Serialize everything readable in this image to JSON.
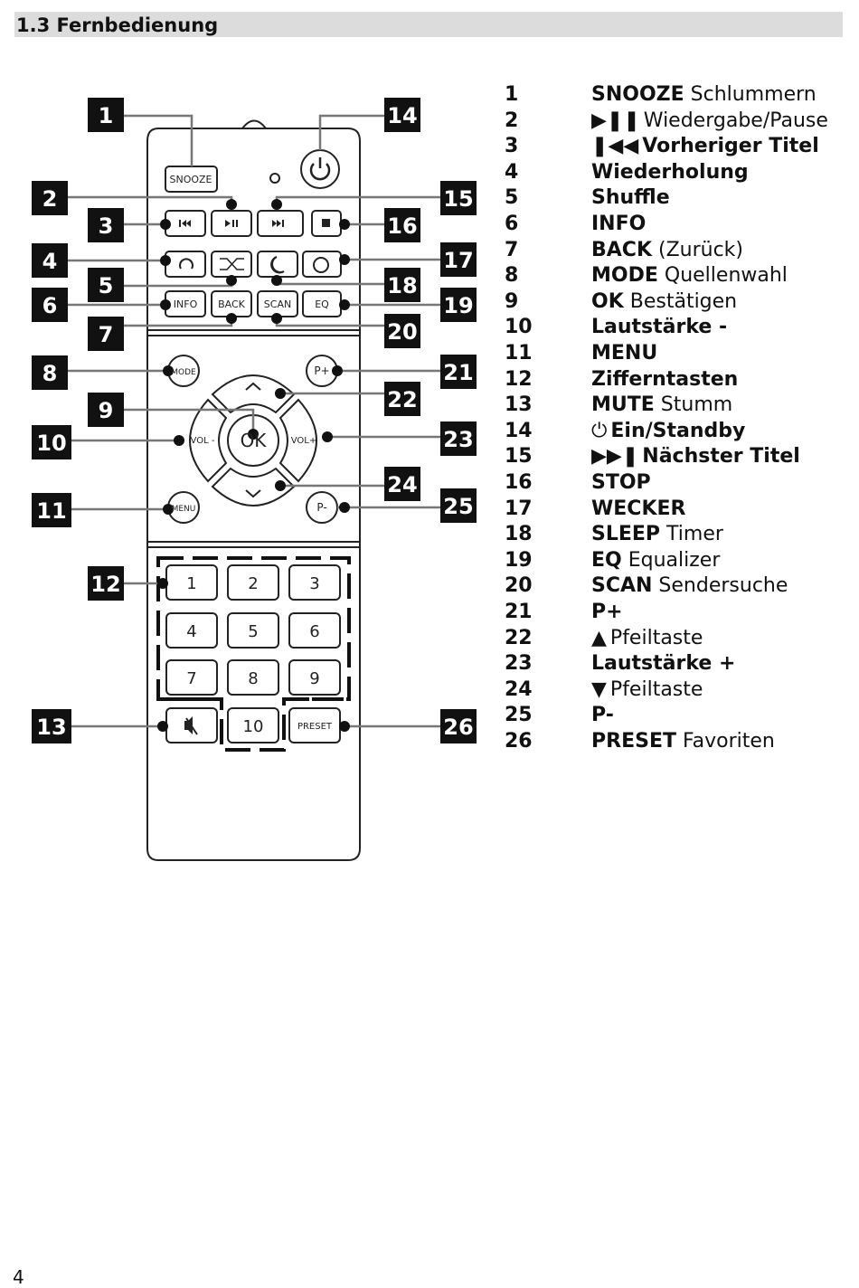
{
  "section": {
    "title": "1.3 Fernbedienung"
  },
  "remote": {
    "buttons": {
      "snooze": "SNOOZE",
      "info": "INFO",
      "back": "BACK",
      "scan": "SCAN",
      "eq": "EQ",
      "mode": "MODE",
      "p_plus": "P+",
      "p_minus": "P-",
      "vol_minus": "VOL -",
      "vol_plus": "VOL+",
      "ok": "OK",
      "menu": "MENU",
      "ten": "10",
      "preset": "PRESET",
      "digits": [
        "1",
        "2",
        "3",
        "4",
        "5",
        "6",
        "7",
        "8",
        "9"
      ]
    },
    "callouts": [
      "1",
      "2",
      "3",
      "4",
      "5",
      "6",
      "7",
      "8",
      "9",
      "10",
      "11",
      "12",
      "13",
      "14",
      "15",
      "16",
      "17",
      "18",
      "19",
      "20",
      "21",
      "22",
      "23",
      "24",
      "25",
      "26"
    ]
  },
  "legend": [
    {
      "num": "1",
      "symbol": "",
      "bold": "SNOOZE",
      "text": " Schlummern"
    },
    {
      "num": "2",
      "symbol": "play-pause-icon",
      "bold": "",
      "text": "Wiedergabe/Pause"
    },
    {
      "num": "3",
      "symbol": "previous-icon",
      "bold": "Vorheriger Titel",
      "text": ""
    },
    {
      "num": "4",
      "symbol": "",
      "bold": "Wiederholung",
      "text": ""
    },
    {
      "num": "5",
      "symbol": "",
      "bold": "Shuffle",
      "text": ""
    },
    {
      "num": "6",
      "symbol": "",
      "bold": "INFO",
      "text": ""
    },
    {
      "num": "7",
      "symbol": "",
      "bold": "BACK",
      "text": " (Zurück)"
    },
    {
      "num": "8",
      "symbol": "",
      "bold": "MODE",
      "text": " Quellenwahl"
    },
    {
      "num": "9",
      "symbol": "",
      "bold": "OK",
      "text": " Bestätigen"
    },
    {
      "num": "10",
      "symbol": "",
      "bold": "Lautstärke -",
      "text": ""
    },
    {
      "num": "11",
      "symbol": "",
      "bold": "MENU",
      "text": ""
    },
    {
      "num": "12",
      "symbol": "",
      "bold": "Zifferntasten",
      "text": ""
    },
    {
      "num": "13",
      "symbol": "",
      "bold": "MUTE",
      "text": " Stumm"
    },
    {
      "num": "14",
      "symbol": "power-icon",
      "bold": "Ein/Standby",
      "text": ""
    },
    {
      "num": "15",
      "symbol": "next-icon",
      "bold": "Nächster Titel",
      "text": ""
    },
    {
      "num": "16",
      "symbol": "",
      "bold": "STOP",
      "text": ""
    },
    {
      "num": "17",
      "symbol": "",
      "bold": "WECKER",
      "text": ""
    },
    {
      "num": "18",
      "symbol": "",
      "bold": "SLEEP",
      "text": " Timer"
    },
    {
      "num": "19",
      "symbol": "",
      "bold": "EQ",
      "text": " Equalizer"
    },
    {
      "num": "20",
      "symbol": "",
      "bold": "SCAN",
      "text": " Sendersuche"
    },
    {
      "num": "21",
      "symbol": "",
      "bold": "P+",
      "text": ""
    },
    {
      "num": "22",
      "symbol": "up-arrow-icon",
      "bold": "",
      "text": "Pfeiltaste"
    },
    {
      "num": "23",
      "symbol": "",
      "bold": "Lautstärke +",
      "text": ""
    },
    {
      "num": "24",
      "symbol": "down-arrow-icon",
      "bold": "",
      "text": "Pfeiltaste"
    },
    {
      "num": "25",
      "symbol": "",
      "bold": "P-",
      "text": ""
    },
    {
      "num": "26",
      "symbol": "",
      "bold": "PRESET",
      "text": " Favoriten"
    }
  ],
  "page_number": "4"
}
